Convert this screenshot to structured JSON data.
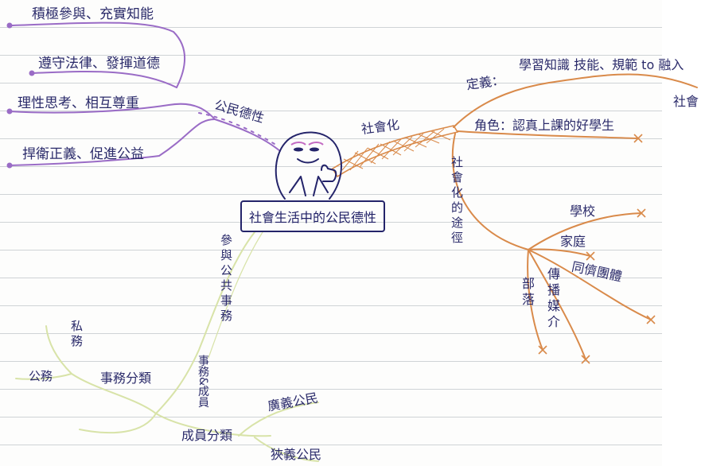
{
  "center": {
    "title": "社會生活中的公民德性"
  },
  "civic_virtue": {
    "label": "公民德性",
    "items": [
      "積極參與、充實知能",
      "遵守法律、發揮道德",
      "理性思考、相互尊重",
      "捍衛正義、促進公益"
    ]
  },
  "socialization": {
    "label": "社會化",
    "definition_label": "定義：",
    "definition_text": "學習知識 技能、規範 to 融入",
    "definition_text2": "社會",
    "role_text": "角色：認真上課的好學生",
    "channels_label": "社會化的途徑",
    "channels": [
      "學校",
      "家庭",
      "同儕團體",
      "傳播媒介",
      "部落"
    ]
  },
  "public_affairs": {
    "label": "參與公共事務",
    "affairs_members": "事務&成員",
    "affairs_classification": "事務分類",
    "private_affairs": "私務",
    "public_affairs_item": "公務",
    "member_classification": "成員分類",
    "broad_citizen": "廣義公民",
    "narrow_citizen": "狹義公民"
  },
  "colors": {
    "purple": "#9a6cc6",
    "orange": "#d98a4a",
    "yellow_green": "#d8e3a8",
    "ink": "#24246a"
  }
}
